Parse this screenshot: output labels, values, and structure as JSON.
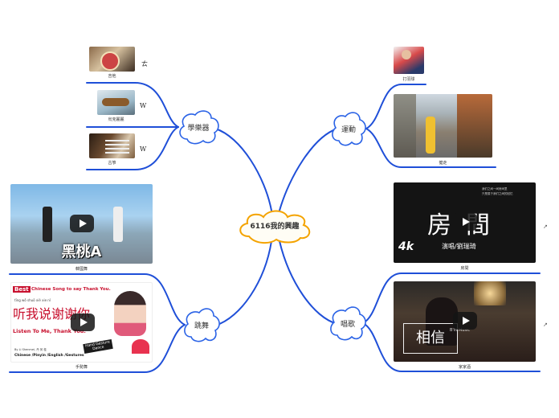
{
  "central": {
    "label": "6116我的興趣"
  },
  "branches": {
    "instruments": {
      "label": "學樂器"
    },
    "sports": {
      "label": "運動"
    },
    "dance": {
      "label": "跳舞"
    },
    "singing": {
      "label": "唱歌"
    }
  },
  "leaves": {
    "guitar": {
      "caption": "吉他",
      "note": "ㄊ"
    },
    "ukulele": {
      "caption": "烏克麗麗",
      "note": "W"
    },
    "guzheng": {
      "caption": "古箏",
      "note": "W"
    },
    "badminton": {
      "caption": "打羽球"
    },
    "walking": {
      "caption": "健走"
    },
    "kpop": {
      "caption": "韓國舞",
      "thumb_text": "黑桃A"
    },
    "sign": {
      "caption": "手勢舞",
      "best": "Best",
      "line1": "Chinese Song to say Thank You.",
      "pinyin": "tīng  wǒ  shuō  xiè  xie  nǐ",
      "hanzi": "听我说谢谢你",
      "english": "Listen To Me, Thank You.",
      "by": "By Li Shenmei, 丹 凤 桂",
      "langs": "Chinese /Pinyin /English /Gestures",
      "badge": "Hand Gesture Dance"
    },
    "room": {
      "caption": "房間",
      "title": "房間",
      "sub": "演唱/劉瑞琦",
      "small1": "我们之间一间房间里",
      "small2": "只是属于我们之间的回忆",
      "logo": "4k"
    },
    "home": {
      "caption": "家家酒",
      "brand": "B'in Music",
      "big": "相信"
    }
  },
  "colors": {
    "line": "#1f4fd8",
    "central_border": "#f4a300",
    "branch_border": "#2b63e6"
  }
}
